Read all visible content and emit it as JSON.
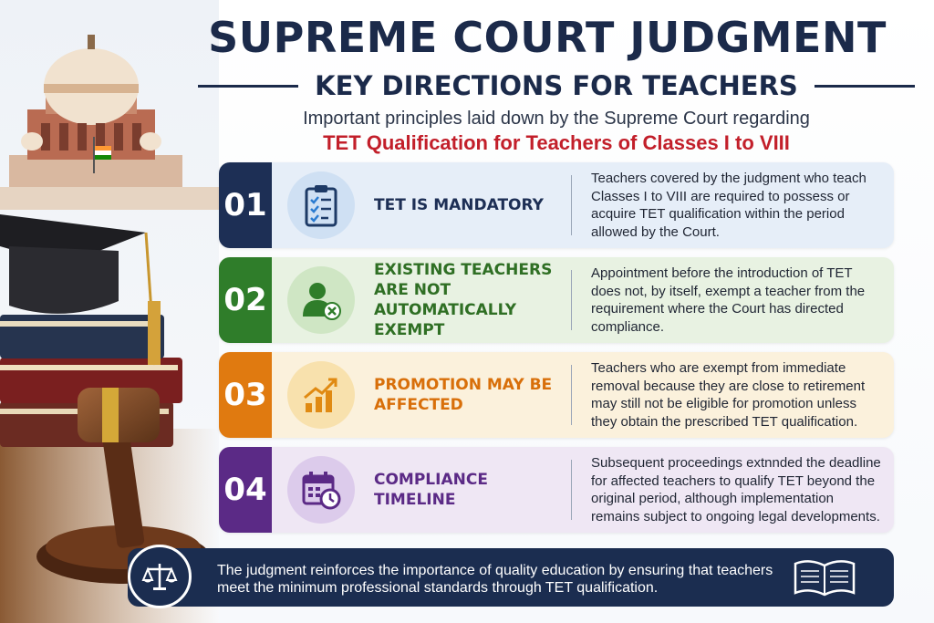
{
  "header": {
    "title": "SUPREME COURT JUDGMENT",
    "subtitle": "KEY DIRECTIONS FOR TEACHERS",
    "intro": "Important principles laid down by the Supreme Court regarding",
    "highlight": "TET Qualification for Teachers of Classes I to VIII"
  },
  "cards": [
    {
      "number": "01",
      "title": "TET IS MANDATORY",
      "icon": "clipboard-checklist-icon",
      "description": "Teachers covered by the judgment who teach Classes I to VIII are required to possess or acquire TET qualification within the period allowed by the Court.",
      "accent": "#1d2f55"
    },
    {
      "number": "02",
      "title": "EXISTING TEACHERS ARE NOT AUTOMATICALLY EXEMPT",
      "icon": "user-exempt-icon",
      "description": "Appointment before the introduction of TET does not, by itself, exempt a teacher from the requirement where the Court has directed compliance.",
      "accent": "#2f7d2a"
    },
    {
      "number": "03",
      "title": "PROMOTION MAY BE AFFECTED",
      "icon": "growth-chart-icon",
      "description": "Teachers who are exempt from immediate removal because they are close to retirement may still not be eligible for promotion unless they obtain the prescribed TET qualification.",
      "accent": "#e07a10"
    },
    {
      "number": "04",
      "title": "COMPLIANCE TIMELINE",
      "icon": "calendar-clock-icon",
      "description": "Subsequent proceedings extnnded the deadline for affected teachers to qualify TET beyond the original period, although implementation remains subject to ongoing legal developments.",
      "accent": "#5b2a86"
    }
  ],
  "footer": {
    "text": "The judgment reinforces the importance of quality education by ensuring that teachers meet the minimum professional standards through TET qualification.",
    "left_icon": "scales-of-justice-icon",
    "right_icon": "open-book-icon"
  },
  "illustration": {
    "elements": [
      "supreme-court-building",
      "indian-flag",
      "graduation-cap",
      "stack-of-books",
      "gavel"
    ]
  },
  "colors": {
    "navy": "#1b2a4a",
    "highlight_red": "#c21f2a",
    "card1_bg": "#e6eef8",
    "card2_bg": "#e8f2e2",
    "card3_bg": "#fbf1dc",
    "card4_bg": "#efe7f4"
  }
}
